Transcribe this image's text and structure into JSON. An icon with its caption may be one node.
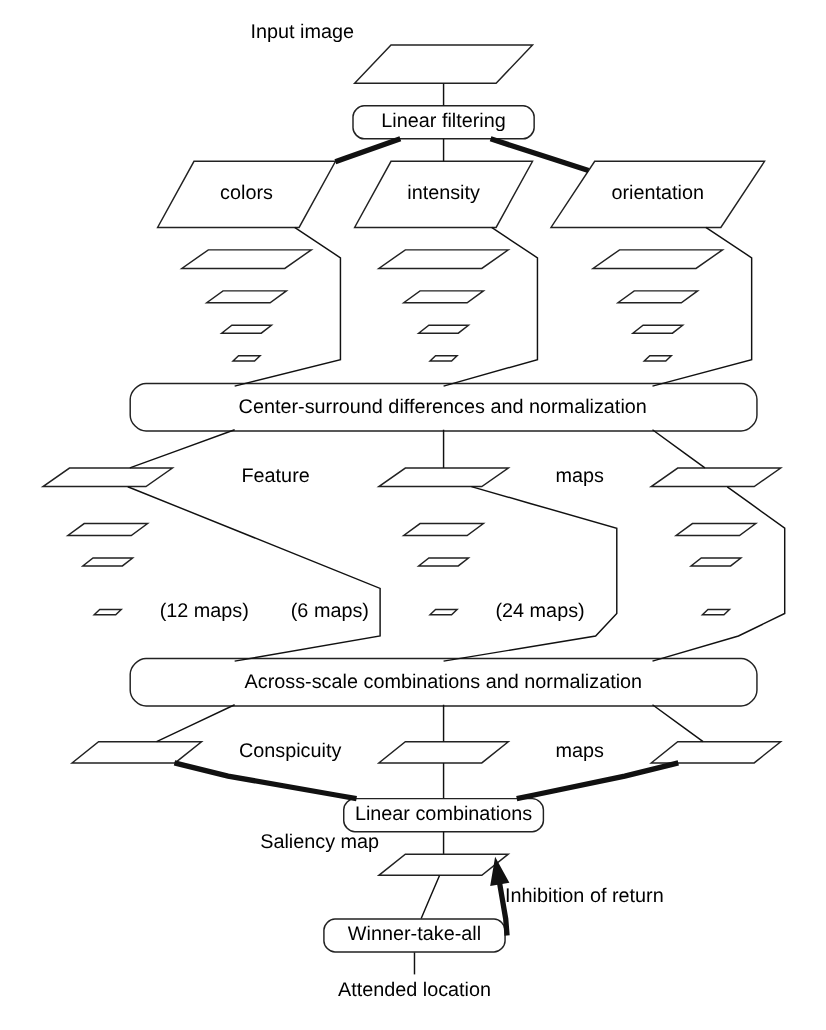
{
  "diagram": {
    "nodes": [
      {
        "text": [],
        "shape": "parallelogram",
        "beside": [
          "Input image"
        ]
      },
      {
        "text": [
          "Linear filtering"
        ]
      },
      {
        "text": [
          "colors"
        ]
      },
      {
        "text": [
          "intensity"
        ]
      },
      {
        "text": [
          "orientation"
        ]
      },
      {
        "text": [],
        "shape": "parallelogram"
      },
      {
        "text": [],
        "shape": "parallelogram"
      },
      {
        "text": [],
        "shape": "parallelogram"
      },
      {
        "text": [],
        "shape": "parallelogram"
      },
      {
        "text": [],
        "shape": "parallelogram"
      },
      {
        "text": [],
        "shape": "parallelogram"
      },
      {
        "text": [],
        "shape": "parallelogram"
      },
      {
        "text": [],
        "shape": "parallelogram"
      },
      {
        "text": [],
        "shape": "parallelogram"
      },
      {
        "text": [],
        "shape": "parallelogram"
      },
      {
        "text": [],
        "shape": "parallelogram"
      },
      {
        "text": [],
        "shape": "parallelogram"
      },
      {
        "text": [
          "Center-surround differences and normalization"
        ]
      },
      {
        "text": [],
        "shape": "parallelogram"
      },
      {
        "text": [],
        "shape": "parallelogram"
      },
      {
        "text": [],
        "shape": "parallelogram"
      },
      {
        "text": [],
        "shape": "parallelogram"
      },
      {
        "text": [],
        "shape": "parallelogram"
      },
      {
        "text": [],
        "shape": "parallelogram"
      },
      {
        "text": [],
        "shape": "parallelogram"
      },
      {
        "text": [],
        "shape": "parallelogram"
      },
      {
        "text": [],
        "shape": "parallelogram"
      },
      {
        "text": [],
        "shape": "parallelogram"
      },
      {
        "text": [],
        "shape": "parallelogram"
      },
      {
        "text": [],
        "shape": "parallelogram"
      },
      {
        "text": [
          "Across-scale combinations and normalization"
        ]
      },
      {
        "text": [],
        "shape": "parallelogram"
      },
      {
        "text": [],
        "shape": "parallelogram"
      },
      {
        "text": [],
        "shape": "parallelogram"
      },
      {
        "text": [
          "Linear combinations"
        ]
      },
      {
        "text": [],
        "shape": "parallelogram",
        "beside": [
          "Saliency map"
        ]
      },
      {
        "text": [
          "Winner-take-all"
        ]
      },
      {
        "text": [
          "Attended location"
        ]
      }
    ],
    "edges": [
      {
        "from": 0,
        "to": 1,
        "arrow": "none"
      },
      {
        "from": 1,
        "to": 2,
        "arrow": "none",
        "style": "thick"
      },
      {
        "from": 1,
        "to": 3,
        "arrow": "none"
      },
      {
        "from": 1,
        "to": 4,
        "arrow": "none",
        "style": "thick"
      },
      {
        "from": 2,
        "to": 17,
        "arrow": "none"
      },
      {
        "from": 3,
        "to": 17,
        "arrow": "none"
      },
      {
        "from": 4,
        "to": 17,
        "arrow": "none"
      },
      {
        "from": 17,
        "to": 18,
        "arrow": "none"
      },
      {
        "from": 17,
        "to": 19,
        "arrow": "none"
      },
      {
        "from": 17,
        "to": 20,
        "arrow": "none"
      },
      {
        "from": 18,
        "to": 30,
        "arrow": "none"
      },
      {
        "from": 19,
        "to": 30,
        "arrow": "none"
      },
      {
        "from": 20,
        "to": 30,
        "arrow": "none"
      },
      {
        "from": 30,
        "to": 31,
        "arrow": "none"
      },
      {
        "from": 30,
        "to": 32,
        "arrow": "none"
      },
      {
        "from": 30,
        "to": 33,
        "arrow": "none"
      },
      {
        "from": 31,
        "to": 34,
        "arrow": "none",
        "style": "thick"
      },
      {
        "from": 32,
        "to": 34,
        "arrow": "none"
      },
      {
        "from": 33,
        "to": 34,
        "arrow": "none",
        "style": "thick"
      },
      {
        "from": 34,
        "to": 35,
        "arrow": "none"
      },
      {
        "from": 35,
        "to": 36,
        "arrow": "none"
      },
      {
        "from": 36,
        "to": 37,
        "arrow": "none"
      },
      {
        "from": 36,
        "to": 35,
        "arrow": "to",
        "label": "Inhibition of return",
        "style": "thick"
      }
    ],
    "labels": [
      "Feature",
      "maps",
      "(12 maps)",
      "(6 maps)",
      "(24 maps)",
      "Conspicuity",
      "maps"
    ]
  }
}
